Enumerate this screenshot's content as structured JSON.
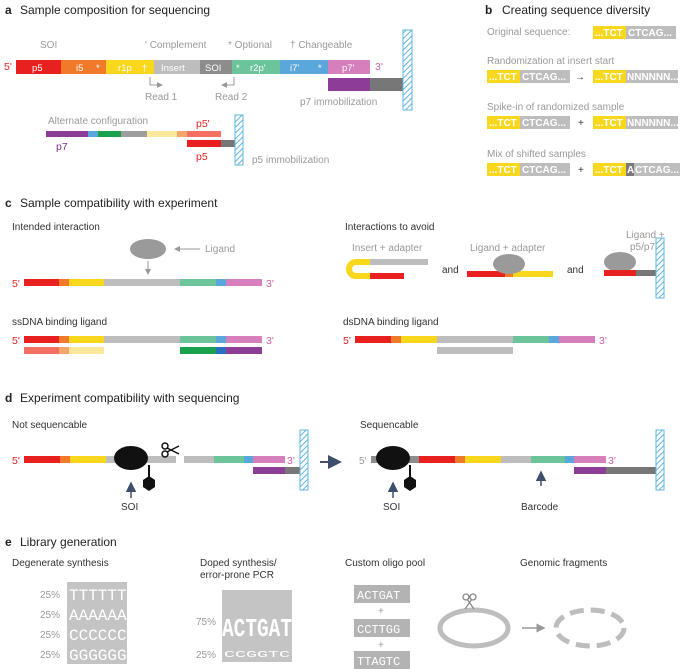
{
  "panel_a": {
    "letter": "a",
    "title": "Sample composition for sequencing",
    "soi": "SOI",
    "legend_complement": "' Complement",
    "legend_optional": "* Optional",
    "legend_changeable": "† Changeable",
    "five_prime": "5'",
    "three_prime": "3'",
    "seg_p5": "p5",
    "seg_i5": "i5",
    "seg_r1p": "r1p",
    "seg_insert": "Insert",
    "seg_soi": "SOI",
    "seg_r2p": "r2p'",
    "seg_i7": "i7'",
    "seg_p7c": "p7'",
    "read1": "Read 1",
    "read2": "Read 2",
    "p7_immobilization": "p7 immobilization",
    "alt_config": "Alternate configuration",
    "alt_p7": "p7",
    "alt_p5c": "p5'",
    "alt_p5": "p5",
    "p5_immobilization": "p5 immobilization",
    "star": "*",
    "dagger": "†"
  },
  "panel_b": {
    "letter": "b",
    "title": "Creating sequence diversity",
    "original_label": "Original sequence:",
    "seq_original": "...TCT CTCAG...",
    "seq_yellow": "...TCT",
    "seq_grey_orig": "CTCAG...",
    "seq_grey_n": "NNNNNN...",
    "seq_shift_a": "A",
    "seq_shift_rest": "CTCAG...",
    "rand_label": "Randomization at insert start",
    "spike_label": "Spike-in of randomized sample",
    "mix_label": "Mix of shifted samples",
    "arrow": "→",
    "plus": "+"
  },
  "panel_c": {
    "letter": "c",
    "title": "Sample compatibility with experiment",
    "intended": "Intended interaction",
    "ligand": "Ligand",
    "avoid": "Interactions to avoid",
    "insert_adapter": "Insert + adapter",
    "ligand_adapter": "Ligand + adapter",
    "ligand_p5p7_1": "Ligand +",
    "ligand_p5p7_2": "p5/p7",
    "and": "and",
    "ssdna": "ssDNA binding ligand",
    "dsdna": "dsDNA binding ligand",
    "five_prime": "5'",
    "three_prime": "3'"
  },
  "panel_d": {
    "letter": "d",
    "title": "Experiment compatibility with sequencing",
    "not_seq": "Not sequencable",
    "seq": "Sequencable",
    "soi": "SOI",
    "barcode": "Barcode",
    "five_prime": "5'",
    "three_prime": "3'"
  },
  "panel_e": {
    "letter": "e",
    "title": "Library generation",
    "degenerate": "Degenerate synthesis",
    "doped_1": "Doped synthesis/",
    "doped_2": "error-prone PCR",
    "custom": "Custom oligo pool",
    "genomic": "Genomic fragments",
    "deg_rows": [
      "TTTTTT",
      "AAAAAA",
      "CCCCCC",
      "GGGGGG"
    ],
    "deg_pct": [
      "25%",
      "25%",
      "25%",
      "25%"
    ],
    "doped_big": "ACTGAT",
    "doped_small": "CCGGTC",
    "doped_pct_top": "75%",
    "doped_pct_bot": "25%",
    "oligos": [
      "ACTGAT",
      "CCTTGG",
      "TTAGTC"
    ],
    "plus": "+"
  },
  "colors": {
    "red": "#e8201f",
    "orange": "#f07a2a",
    "yellow": "#f9d71c",
    "grey": "#bdbdbd",
    "green": "#6cc49a",
    "blue": "#5aa7dc",
    "pink": "#d77fbc",
    "purple": "#8e3d97",
    "darkgrey": "#777777",
    "hatch": "#5fb4e0"
  }
}
